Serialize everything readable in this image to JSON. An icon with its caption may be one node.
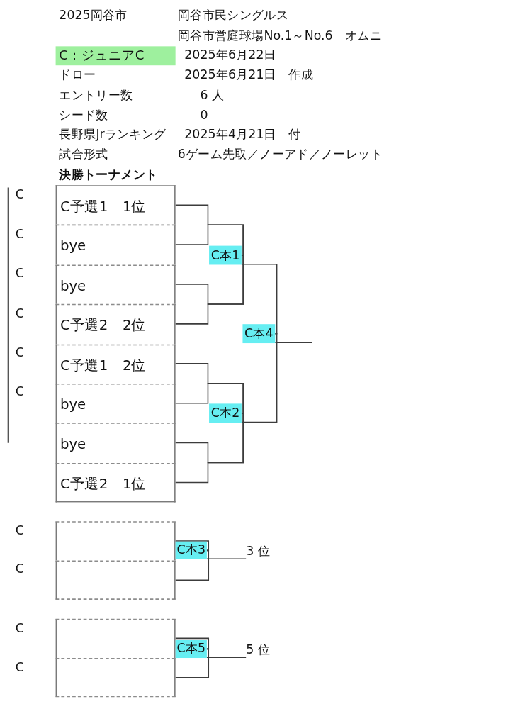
{
  "diagram": {
    "nodes": [
      {
        "text": [
          "C：ジュニアC"
        ]
      },
      {
        "text": [
          "C予選1　1位"
        ]
      },
      {
        "text": [
          "bye"
        ]
      },
      {
        "text": [
          "bye"
        ]
      },
      {
        "text": [
          "C予選2　2位"
        ]
      },
      {
        "text": [
          "C予選1　2位"
        ]
      },
      {
        "text": [
          "bye"
        ]
      },
      {
        "text": [
          "bye"
        ]
      },
      {
        "text": [
          "C予選2　1位"
        ]
      },
      {
        "text": [
          "C本1"
        ]
      },
      {
        "text": [
          "C本4"
        ]
      },
      {
        "text": [
          "C本2"
        ]
      },
      {
        "text": [],
        "shape": "box"
      },
      {
        "text": [],
        "shape": "box"
      },
      {
        "text": [
          "C本3"
        ]
      },
      {
        "text": [
          "3 位"
        ]
      },
      {
        "text": [],
        "shape": "box"
      },
      {
        "text": [],
        "shape": "box"
      },
      {
        "text": [
          "C本5"
        ]
      },
      {
        "text": [
          "5 位"
        ]
      }
    ],
    "edges": [
      {
        "from": 1,
        "to": 9,
        "arrow": "none"
      },
      {
        "from": 2,
        "to": 9,
        "arrow": "none"
      },
      {
        "from": 3,
        "to": 9,
        "arrow": "none"
      },
      {
        "from": 4,
        "to": 9,
        "arrow": "none"
      },
      {
        "from": 5,
        "to": 11,
        "arrow": "none"
      },
      {
        "from": 6,
        "to": 11,
        "arrow": "none"
      },
      {
        "from": 7,
        "to": 11,
        "arrow": "none"
      },
      {
        "from": 8,
        "to": 11,
        "arrow": "none"
      },
      {
        "from": 9,
        "to": 10,
        "arrow": "none"
      },
      {
        "from": 11,
        "to": 10,
        "arrow": "none"
      },
      {
        "from": 10,
        "to": null,
        "arrow": "none"
      },
      {
        "from": 12,
        "to": 14,
        "arrow": "none"
      },
      {
        "from": 13,
        "to": 14,
        "arrow": "none"
      },
      {
        "from": 14,
        "to": 15,
        "arrow": "none"
      },
      {
        "from": 16,
        "to": 18,
        "arrow": "none"
      },
      {
        "from": 17,
        "to": 18,
        "arrow": "none"
      },
      {
        "from": 18,
        "to": 19,
        "arrow": "none"
      }
    ],
    "labels": [
      "2025岡谷市",
      "岡谷市民シングルス",
      "岡谷市営庭球場No.1～No.6　オムニ",
      "2025年6月22日",
      "ドロー",
      "2025年6月21日　作成",
      "エントリー数",
      "6 人",
      "シード数",
      "0",
      "長野県Jrランキング",
      "2025年4月21日　付",
      "試合形式",
      "6ゲーム先取／ノーアド／ノーレット",
      "決勝トーナメント",
      "C",
      "C",
      "C",
      "C",
      "C",
      "C",
      "C",
      "C",
      "C",
      "C"
    ]
  }
}
